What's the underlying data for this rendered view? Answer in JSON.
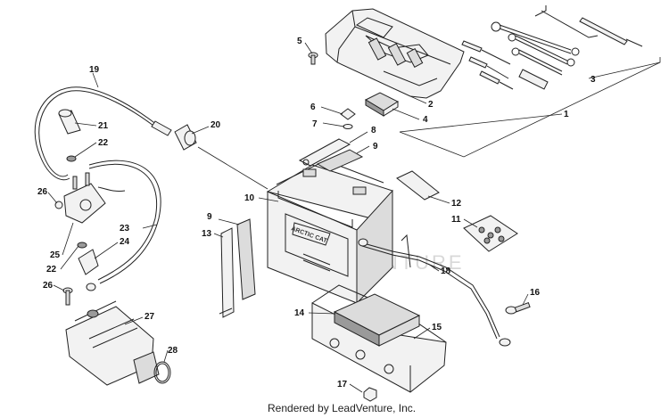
{
  "footer": {
    "credit": "Rendered by LeadVenture, Inc."
  },
  "watermark": {
    "text": "LEADVENTURE"
  },
  "battery_label": {
    "brand": "ARCTIC CAT"
  },
  "callouts": [
    {
      "id": "c1",
      "label": "1"
    },
    {
      "id": "c2",
      "label": "2"
    },
    {
      "id": "c3",
      "label": "3"
    },
    {
      "id": "c4",
      "label": "4"
    },
    {
      "id": "c5",
      "label": "5"
    },
    {
      "id": "c6",
      "label": "6"
    },
    {
      "id": "c7",
      "label": "7"
    },
    {
      "id": "c8",
      "label": "8"
    },
    {
      "id": "c9a",
      "label": "9"
    },
    {
      "id": "c9b",
      "label": "9"
    },
    {
      "id": "c10",
      "label": "10"
    },
    {
      "id": "c11",
      "label": "11"
    },
    {
      "id": "c12",
      "label": "12"
    },
    {
      "id": "c13",
      "label": "13"
    },
    {
      "id": "c14",
      "label": "14"
    },
    {
      "id": "c15",
      "label": "15"
    },
    {
      "id": "c16",
      "label": "16"
    },
    {
      "id": "c17",
      "label": "17"
    },
    {
      "id": "c18",
      "label": "18"
    },
    {
      "id": "c19",
      "label": "19"
    },
    {
      "id": "c20",
      "label": "20"
    },
    {
      "id": "c21",
      "label": "21"
    },
    {
      "id": "c22a",
      "label": "22"
    },
    {
      "id": "c22b",
      "label": "22"
    },
    {
      "id": "c23",
      "label": "23"
    },
    {
      "id": "c24",
      "label": "24"
    },
    {
      "id": "c25",
      "label": "25"
    },
    {
      "id": "c26a",
      "label": "26"
    },
    {
      "id": "c26b",
      "label": "26"
    },
    {
      "id": "c27",
      "label": "27"
    },
    {
      "id": "c28",
      "label": "28"
    }
  ]
}
